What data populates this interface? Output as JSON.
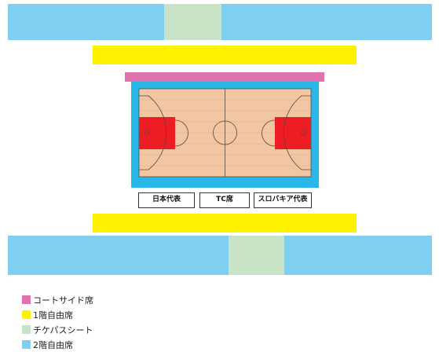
{
  "colors": {
    "courtside": "#e072b0",
    "free_1f": "#fff200",
    "ticket_pass": "#c8e3c5",
    "free_2f": "#7fcff0",
    "court_outer": "#29b6e9",
    "court_floor": "#f2c6a2",
    "key": "#ee1d23"
  },
  "benches": {
    "japan": "日本代表",
    "tc": "TC席",
    "slovakia": "スロバキア代表"
  },
  "legend": [
    {
      "label": "コートサイド席",
      "color": "#e072b0"
    },
    {
      "label": "1階自由席",
      "color": "#fff200"
    },
    {
      "label": "チケパスシート",
      "color": "#c8e3c5"
    },
    {
      "label": "2階自由席",
      "color": "#7fcff0"
    }
  ]
}
